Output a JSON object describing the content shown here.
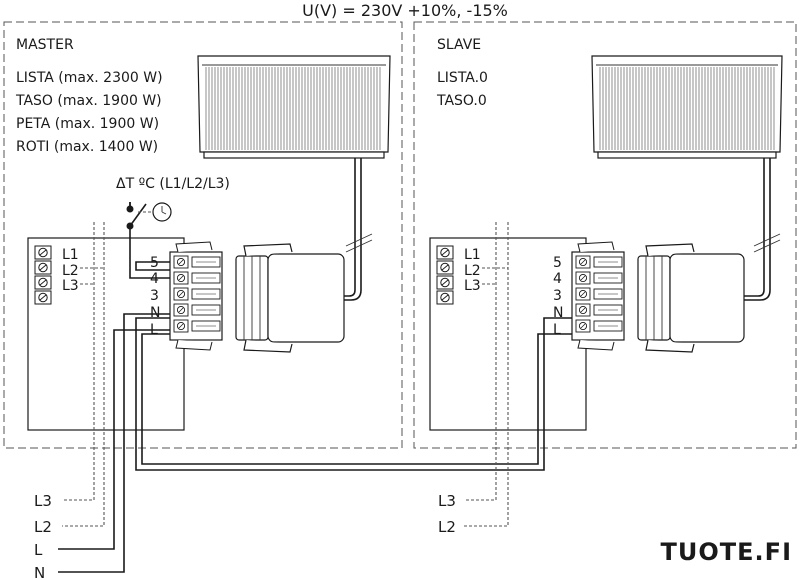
{
  "header": {
    "supply": "U(V) = 230V  +10%, -15%"
  },
  "master": {
    "title": "MASTER",
    "modes": [
      "LISTA (max. 2300 W)",
      "TASO (max. 1900 W)",
      "PETA (max. 1900 W)",
      "ROTI (max. 1400 W)"
    ],
    "thermostat": "ΔT ºC (L1/L2/L3)",
    "phases": [
      "L1",
      "L2",
      "L3"
    ],
    "terminals": [
      "5",
      "4",
      "3",
      "N",
      "L"
    ]
  },
  "slave": {
    "title": "SLAVE",
    "modes": [
      "LISTA.0",
      "TASO.0"
    ],
    "phases": [
      "L1",
      "L2",
      "L3"
    ],
    "terminals": [
      "5",
      "4",
      "3",
      "N",
      "L"
    ]
  },
  "supply_lines": {
    "left": [
      "L3",
      "L2",
      "L",
      "N"
    ],
    "right": [
      "L3",
      "L2"
    ]
  },
  "brand": {
    "text": "TUOTE.FI",
    "color": "#f5a472"
  },
  "colors": {
    "line": "#1a1a1a",
    "dashed": "#555555"
  }
}
